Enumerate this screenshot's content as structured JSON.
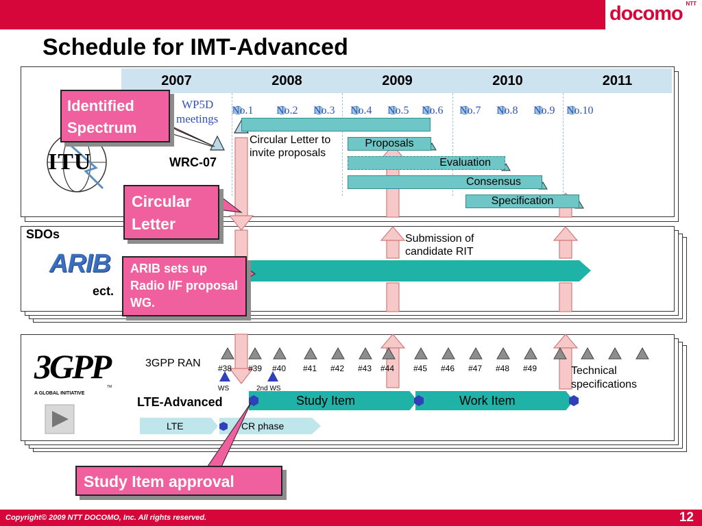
{
  "header": {
    "logo_ntt": "NTT",
    "logo_text": "docomo",
    "title": "Schedule for IMT-Advanced"
  },
  "timeline": {
    "years": [
      "2007",
      "2008",
      "2009",
      "2010",
      "2011"
    ],
    "wp5d_label": "WP5D",
    "meetings_label": "meetings",
    "meetings": [
      "No.1",
      "No.2",
      "No.3",
      "No.4",
      "No.5",
      "No.6",
      "No.7",
      "No.8",
      "No.9",
      "No.10"
    ]
  },
  "itu": {
    "logo": "ITU",
    "wrc": "WRC-07",
    "circular_letter_note": "Circular Letter to invite proposals",
    "proposals": "Proposals",
    "evaluation": "Evaluation",
    "consensus": "Consensus",
    "specification": "Specification"
  },
  "sdo": {
    "label": "SDOs",
    "arib_logo": "ARIB",
    "etc": "ect.",
    "submission_note": "Submission of candidate RIT"
  },
  "gpp": {
    "logo": "3GPP",
    "tagline": "A GLOBAL INITIATIVE",
    "tm": "TM",
    "ran_label": "3GPP RAN",
    "meeting_numbers": [
      "#38",
      "#39",
      "#40",
      "#41",
      "#42",
      "#43",
      "#44",
      "#45",
      "#46",
      "#47",
      "#48",
      "#49"
    ],
    "ws_label": "WS",
    "ws2_label": "2nd WS",
    "lte_advanced_label": "LTE-Advanced",
    "study_item": "Study Item",
    "work_item": "Work Item",
    "lte": "LTE",
    "cr_phase": "CR phase",
    "technical_specs": "Technical specifications"
  },
  "callouts": {
    "identified_spectrum": "Identified Spectrum",
    "circular_letter": "Circular Letter",
    "arib_wg": "ARIB sets up Radio I/F proposal WG.",
    "study_item_approval": "Study Item approval"
  },
  "footer": {
    "copyright": "Copyright© 2009 NTT DOCOMO, Inc. All rights reserved.",
    "page": "12"
  },
  "colors": {
    "brand": "#d7063a",
    "callout": "#f0609e",
    "teal": "#1fb3a8",
    "bar": "#6fc6c7",
    "arrow": "#f7c8c8",
    "year_header": "#cde3ef"
  }
}
